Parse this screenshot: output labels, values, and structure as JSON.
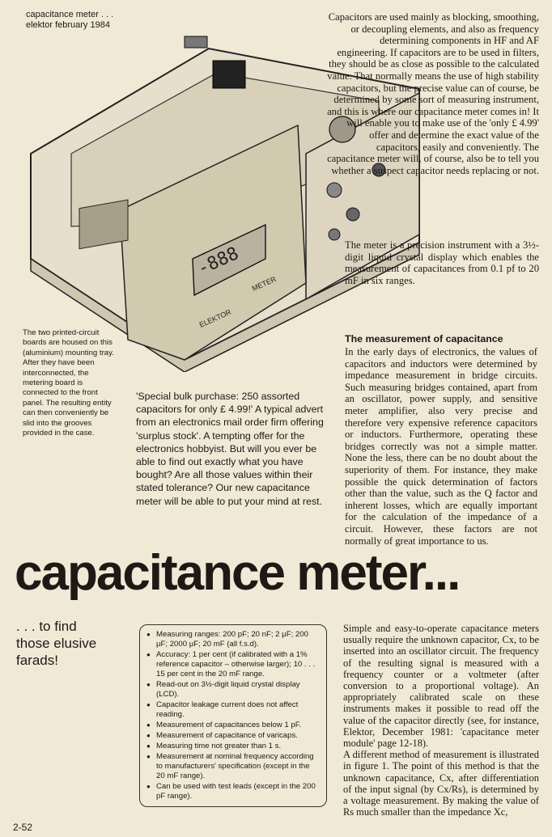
{
  "header": {
    "line1": "capacitance meter . . .",
    "line2": "elektor february 1984"
  },
  "photo": {
    "front_panel_label": "METER",
    "brand_label": "ELEKTOR"
  },
  "intro": {
    "right_column": "Capacitors are used mainly as blocking, smoothing, or decoupling elements, and also as frequency determining components in HF and AF engineering. If capacitors are to be used in filters, they should be as close as possible to the calculated value. That normally means the use of high stability capacitors, but the precise value can of course, be determined by some sort of measuring instrument, and this is where our capacitance meter comes in! It will enable you to make use of the 'only £ 4.99' offer and determine the exact value of the capacitors, easily and conveniently. The capacitance meter will, of course, also be to tell you whether a suspect capacitor needs replacing or not.",
    "bottom": "The meter is a precision instrument with a 3½-digit liquid crystal display which enables the measurement of capacitances from 0.1 pf to 20 mF in six ranges."
  },
  "caption": "The two printed-circuit boards are housed on this (aluminium) mounting tray. After they have been interconnected, the metering board is connected to the front panel. The resulting entity can then conveniently be slid into the grooves provided in the case.",
  "advert": "'Special bulk purchase: 250 assorted capacitors for only £ 4.99!' A typical advert from an electronics mail order firm offering 'surplus stock'. A tempting offer for the electronics hobbyist. But will you ever be able to find out exactly what you have bought? Are all those values within their stated tolerance? Our new capacitance meter will be able to put your mind at rest.",
  "section": {
    "heading": "The measurement of capacitance",
    "body": "In the early days of electronics, the values of capacitors and inductors were determined by impedance measurement in bridge circuits. Such measuring bridges contained, apart from an oscillator, power supply, and sensitive meter amplifier, also very precise and therefore very expensive reference capacitors or inductors. Furthermore, operating these bridges correctly was not a simple matter. None the less, there can be no doubt about the superiority of them. For instance, they make possible the quick determination of factors other than the value, such as the Q factor and inherent losses, which are equally important for the calculation of the impedance of a circuit. However, these factors are not normally of great importance to us."
  },
  "title": {
    "main": "capacitance meter...",
    "subtitle_line1": ". . . to find",
    "subtitle_line2": "those elusive",
    "subtitle_line3": "farads!"
  },
  "specs": [
    "Measuring ranges: 200 pF; 20 nF; 2 µF; 200 µF; 2000 µF; 20 mF (all f.s.d).",
    "Accuracy: 1 per cent (if calibrated with a 1% reference capacitor – otherwise larger); 10 . . . 15 per cent in the 20 mF range.",
    "Read-out on 3½-digit liquid crystal display (LCD).",
    "Capacitor leakage current does not affect reading.",
    "Measurement of capacitances below 1 pF.",
    "Measurement of capacitance of varicaps.",
    "Measuring time not greater than 1 s.",
    "Measurement at nominal frequency according to manufacturers' specification (except in the 20 mF range).",
    "Can be used with test leads (except in the 200 pF range)."
  ],
  "body_right": {
    "para1": "Simple and easy-to-operate capacitance meters usually require the unknown capacitor, Cx, to be inserted into an oscillator circuit. The frequency of the resulting signal is measured with a frequency counter or a voltmeter (after conversion to a proportional voltage). An appropriately calibrated scale on these instruments makes it possible to read off the value of the capacitor directly (see, for instance, Elektor, December 1981: 'capacitance meter module' page 12-18).",
    "para2": "A different method of measurement is illustrated in figure 1. The point of this method is that the unknown capacitance, Cx, after differentiation of the input signal (by Cx/Rs), is determined by a voltage measurement. By making the value of Rs much smaller than the impedance Xc,"
  },
  "page_number": "2-52"
}
